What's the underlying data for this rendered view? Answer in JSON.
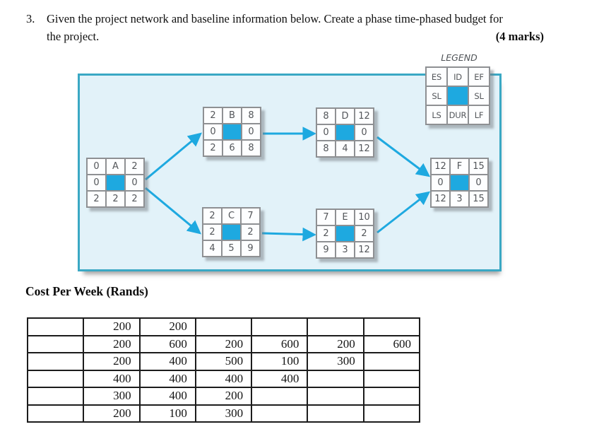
{
  "question": {
    "number": "3.",
    "line1": "Given the project network and baseline information below. Create a phase time-phased budget for",
    "line2": "the project.",
    "marks": "(4 marks)"
  },
  "diagram": {
    "legend": {
      "title": "LEGEND",
      "cells": [
        [
          "ES",
          "ID",
          "EF"
        ],
        [
          "SL",
          "",
          "SL"
        ],
        [
          "LS",
          "DUR",
          "LF"
        ]
      ]
    },
    "nodes": [
      {
        "id": "A",
        "cells": [
          [
            "0",
            "A",
            "2"
          ],
          [
            "0",
            "",
            "0"
          ],
          [
            "2",
            "2",
            "2"
          ]
        ]
      },
      {
        "id": "B",
        "cells": [
          [
            "2",
            "B",
            "8"
          ],
          [
            "0",
            "",
            "0"
          ],
          [
            "2",
            "6",
            "8"
          ]
        ]
      },
      {
        "id": "C",
        "cells": [
          [
            "2",
            "C",
            "7"
          ],
          [
            "2",
            "",
            "2"
          ],
          [
            "4",
            "5",
            "9"
          ]
        ]
      },
      {
        "id": "D",
        "cells": [
          [
            "8",
            "D",
            "12"
          ],
          [
            "0",
            "",
            "0"
          ],
          [
            "8",
            "4",
            "12"
          ]
        ]
      },
      {
        "id": "E",
        "cells": [
          [
            "7",
            "E",
            "10"
          ],
          [
            "2",
            "",
            "2"
          ],
          [
            "9",
            "3",
            "12"
          ]
        ]
      },
      {
        "id": "F",
        "cells": [
          [
            "12",
            "F",
            "15"
          ],
          [
            "0",
            "",
            "0"
          ],
          [
            "12",
            "3",
            "15"
          ]
        ]
      }
    ],
    "edges": [
      {
        "from": "A",
        "to": "B"
      },
      {
        "from": "A",
        "to": "C"
      },
      {
        "from": "B",
        "to": "D"
      },
      {
        "from": "C",
        "to": "E"
      },
      {
        "from": "D",
        "to": "F"
      },
      {
        "from": "E",
        "to": "F"
      }
    ]
  },
  "cost_table": {
    "title": "Cost Per Week (Rands)",
    "rows": [
      [
        "",
        "200",
        "200",
        "",
        "",
        "",
        ""
      ],
      [
        "",
        "200",
        "600",
        "200",
        "600",
        "200",
        "600"
      ],
      [
        "",
        "200",
        "400",
        "500",
        "100",
        "300",
        ""
      ],
      [
        "",
        "400",
        "400",
        "400",
        "400",
        "",
        ""
      ],
      [
        "",
        "300",
        "400",
        "200",
        "",
        "",
        ""
      ],
      [
        "",
        "200",
        "100",
        "300",
        "",
        "",
        ""
      ]
    ]
  },
  "colors": {
    "accent_blue": "#1ea9e0",
    "box_border": "#3aa8c4",
    "box_fill": "#e2f2f9",
    "cell_border": "#8e9093",
    "node_text": "#53565a",
    "table_border": "#1c1c1c"
  }
}
